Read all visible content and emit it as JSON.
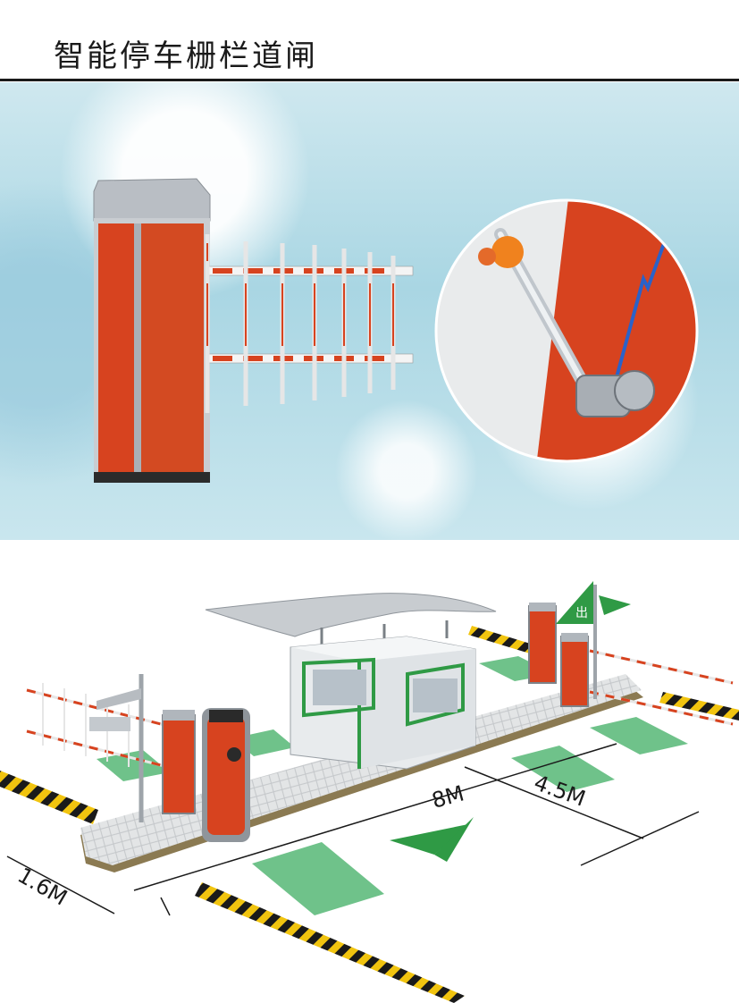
{
  "title": "智能停车栅栏道闸",
  "diagram": {
    "dim_width_island": "1.6M",
    "dim_length": "8M",
    "dim_lane": "4.5M",
    "exit_sign": "出"
  },
  "colors": {
    "barrier_red": "#d7431f",
    "lane_green": "#6fc28a",
    "booth_green": "#2f9a45",
    "hazard_yellow": "#f1c40f"
  }
}
